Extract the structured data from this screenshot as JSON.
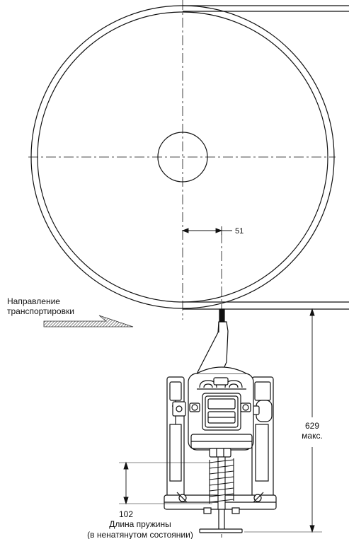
{
  "diagram": {
    "labels": {
      "dim_offset": "51",
      "direction_line1": "Направление",
      "direction_line2": "транспортировки",
      "dim_height_value": "629",
      "dim_height_note": "макс.",
      "dim_spring_value": "102",
      "spring_line1": "Длина пружины",
      "spring_line2": "(в ненатянутом состоянии)"
    },
    "colors": {
      "line": "#111111",
      "background": "#ffffff",
      "arrow_fill": "#555555"
    }
  }
}
